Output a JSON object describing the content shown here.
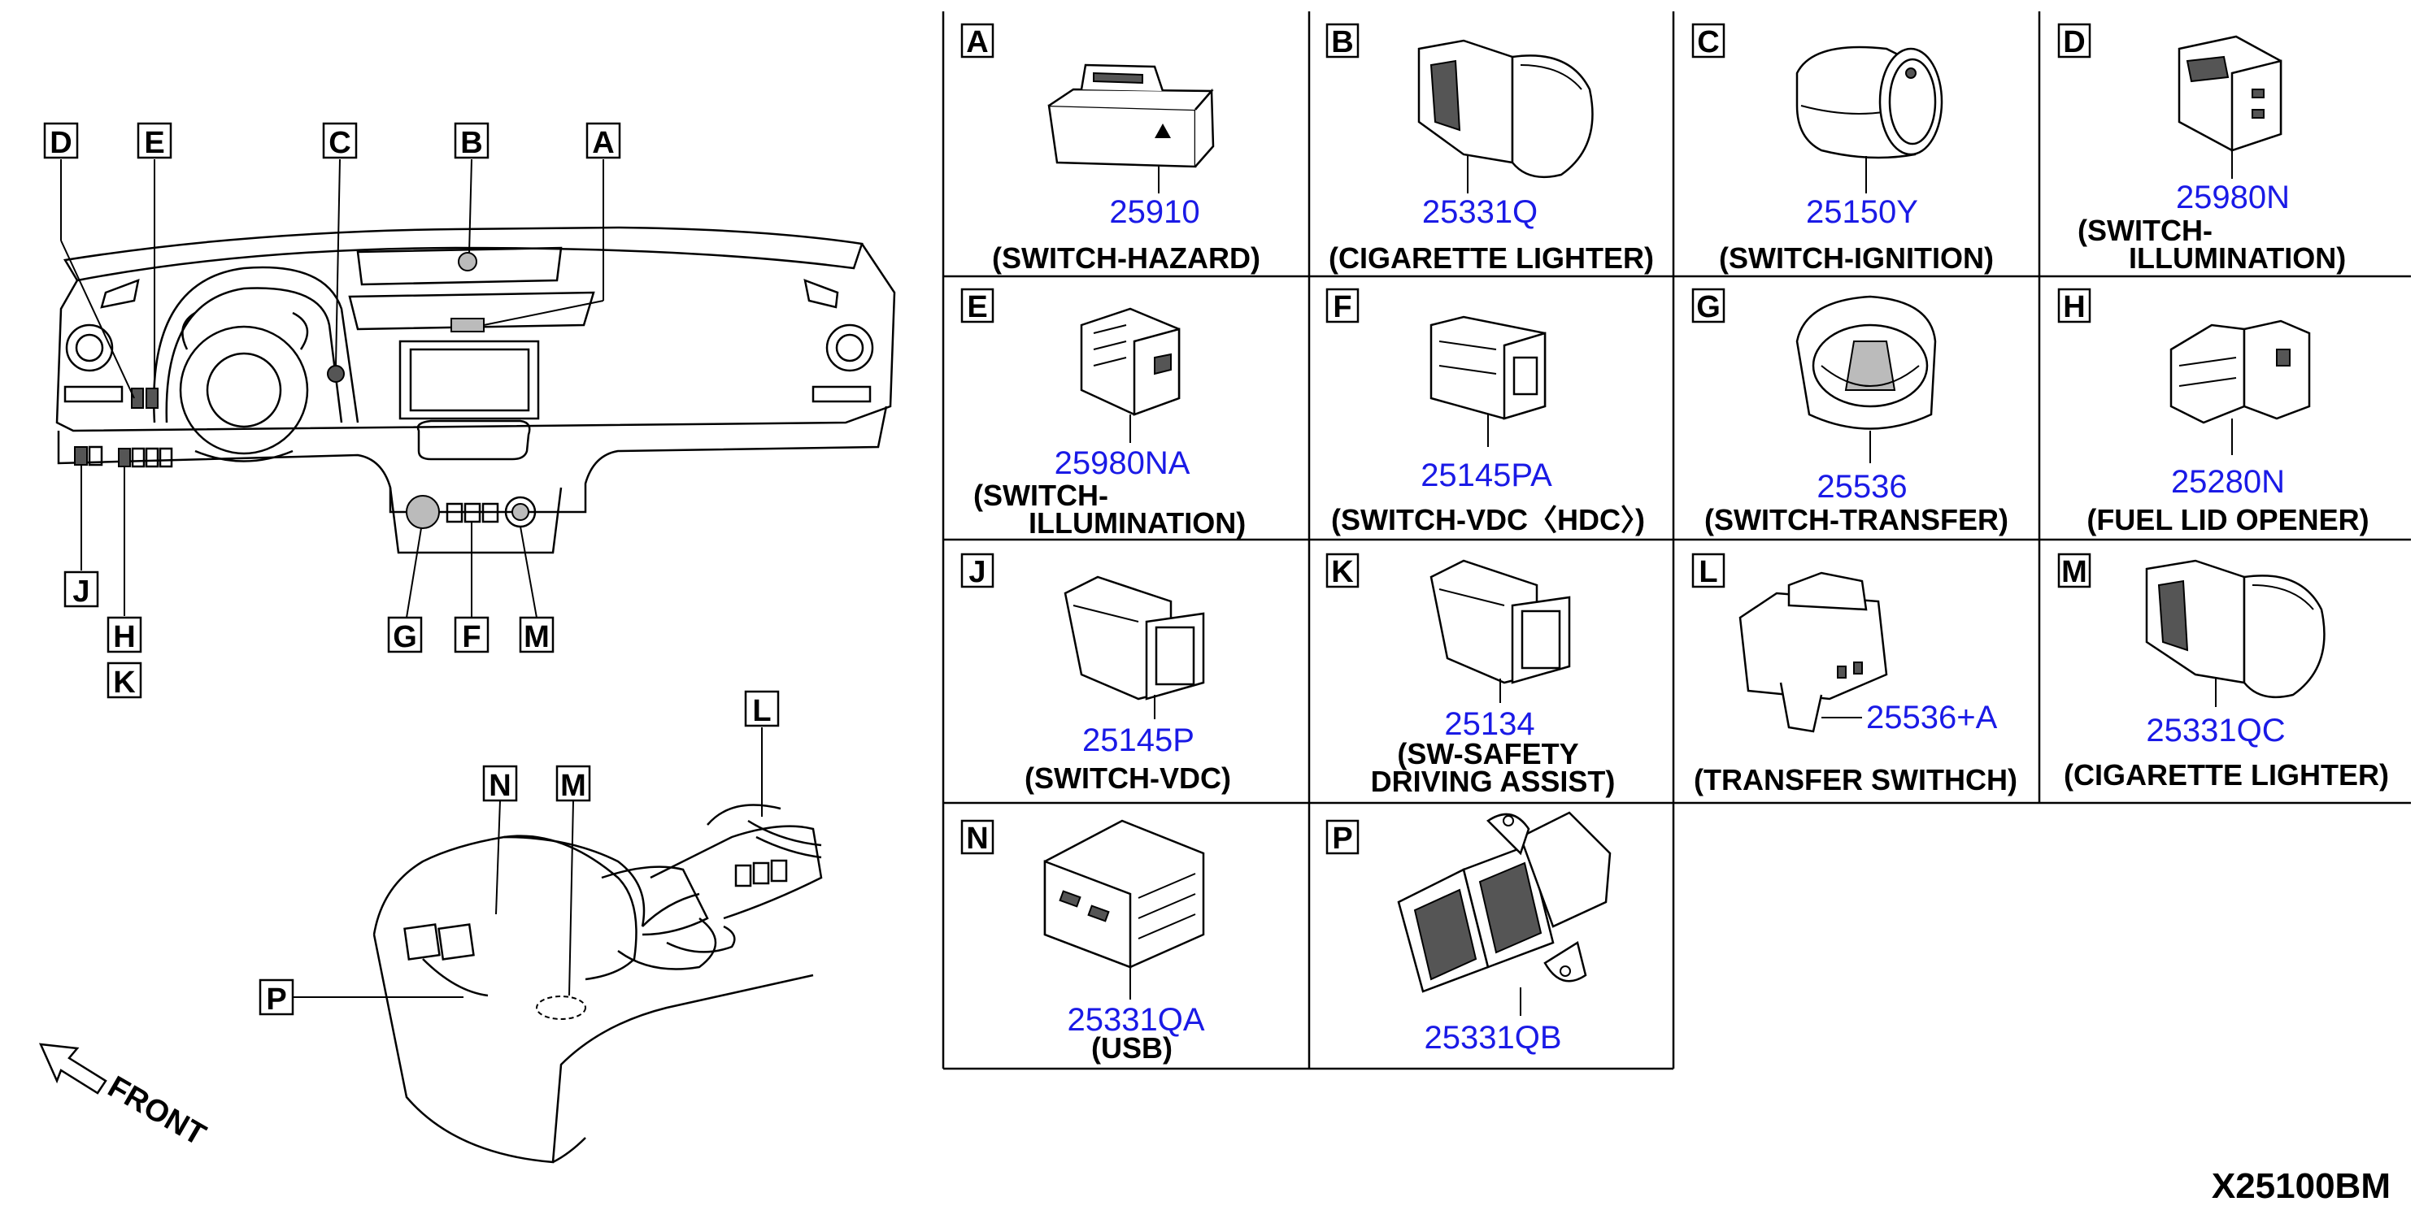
{
  "diagram_code": "X25100BM",
  "front_label": "FRONT",
  "overview_callouts": [
    "D",
    "E",
    "C",
    "B",
    "A",
    "J",
    "H",
    "K",
    "G",
    "F",
    "M",
    "L",
    "N",
    "M",
    "P"
  ],
  "cells": [
    {
      "letter": "A",
      "part": "25910",
      "name": [
        "(SWITCH-HAZARD)"
      ]
    },
    {
      "letter": "B",
      "part": "25331Q",
      "name": [
        "(CIGARETTE LIGHTER)"
      ]
    },
    {
      "letter": "C",
      "part": "25150Y",
      "name": [
        "(SWITCH-IGNITION)"
      ]
    },
    {
      "letter": "D",
      "part": "25980N",
      "name": [
        "(SWITCH-",
        "ILLUMINATION)"
      ]
    },
    {
      "letter": "E",
      "part": "25980NA",
      "name": [
        "(SWITCH-",
        "ILLUMINATION)"
      ]
    },
    {
      "letter": "F",
      "part": "25145PA",
      "name": [
        "(SWITCH-VDC〈HDC〉)"
      ]
    },
    {
      "letter": "G",
      "part": "25536",
      "name": [
        "(SWITCH-TRANSFER)"
      ]
    },
    {
      "letter": "H",
      "part": "25280N",
      "name": [
        "(FUEL LID OPENER)"
      ]
    },
    {
      "letter": "J",
      "part": "25145P",
      "name": [
        "(SWITCH-VDC)"
      ]
    },
    {
      "letter": "K",
      "part": "25134",
      "name": [
        "(SW-SAFETY",
        "DRIVING ASSIST)"
      ]
    },
    {
      "letter": "L",
      "part": "25536+A",
      "name": [
        "(TRANSFER SWITHCH)"
      ]
    },
    {
      "letter": "M",
      "part": "25331QC",
      "name": [
        "(CIGARETTE LIGHTER)"
      ]
    },
    {
      "letter": "N",
      "part": "25331QA",
      "name": [
        "(USB)"
      ]
    },
    {
      "letter": "P",
      "part": "25331QB",
      "name": []
    }
  ]
}
